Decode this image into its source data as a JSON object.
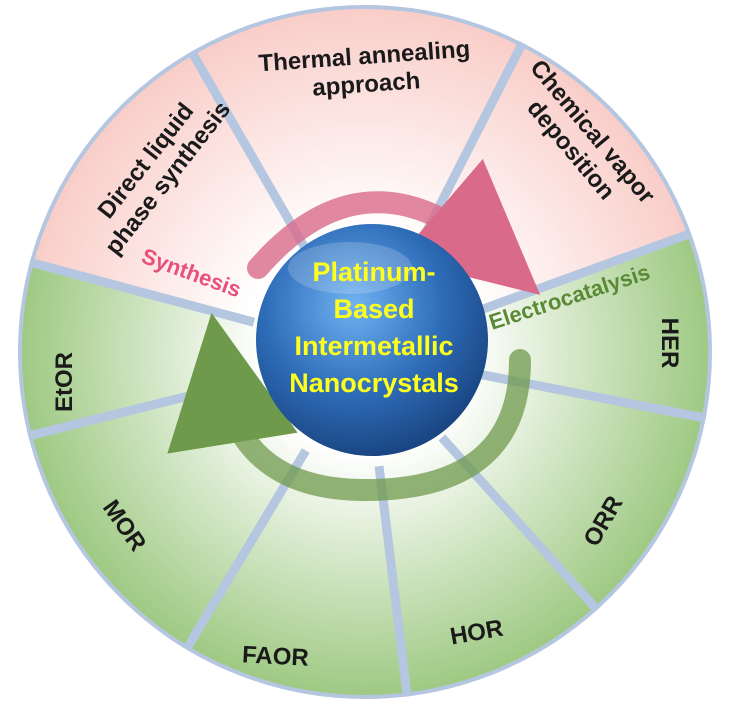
{
  "center": {
    "lines": [
      "Platinum-",
      "Based",
      "Intermetallic",
      "Nanocrystals"
    ]
  },
  "labels": {
    "synthesis": "Synthesis",
    "electrocatalysis": "Electrocatalysis"
  },
  "synthesis_segments": [
    {
      "id": "direct-liquid",
      "lines": [
        "Direct liquid",
        "phase synthesis"
      ]
    },
    {
      "id": "thermal-annealing",
      "lines": [
        "Thermal annealing",
        "approach"
      ]
    },
    {
      "id": "chemical-vapor",
      "lines": [
        "Chemical vapor",
        "deposition"
      ]
    }
  ],
  "electro_segments": [
    {
      "id": "her",
      "label": "HER"
    },
    {
      "id": "orr",
      "label": "ORR"
    },
    {
      "id": "hor",
      "label": "HOR"
    },
    {
      "id": "faor",
      "label": "FAOR"
    },
    {
      "id": "mor",
      "label": "MOR"
    },
    {
      "id": "etor",
      "label": "EtOR"
    }
  ],
  "colors": {
    "synthesis_fill": "#fbd3cf",
    "electro_fill": "#a9cf8e",
    "divider": "#b4c6e0",
    "center_sphere": "#2e6cb8",
    "center_text": "#ffff1e",
    "synthesis_text": "#e8507a",
    "electro_text": "#5b8a35",
    "synthesis_arrow": "#d96a89",
    "electro_arrow": "#6f9a4c"
  }
}
